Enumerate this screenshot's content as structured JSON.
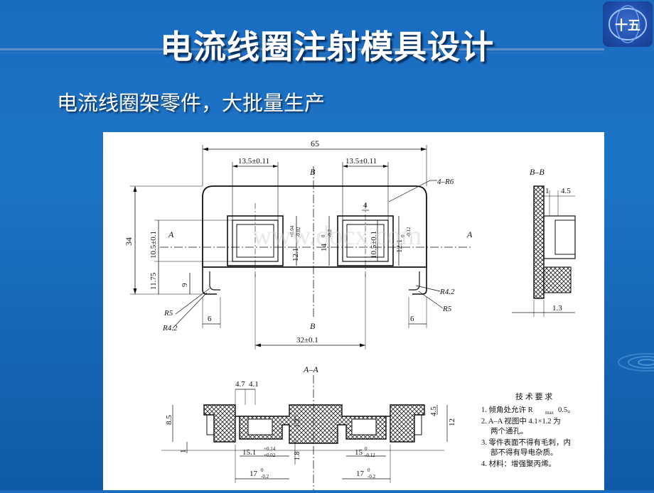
{
  "slide": {
    "title": "电流线圈注射模具设计",
    "subtitle": "电流线圈架零件，大批量生产",
    "watermark": "www.docx.com"
  },
  "colors": {
    "background": "#1a6cc0",
    "title_text": "#ffffff",
    "drawing_bg": "#ffffff",
    "line": "#111111"
  },
  "logo": {
    "icon": "school-logo-icon",
    "text": "十五"
  },
  "drawing": {
    "dims": {
      "overall_width": "65",
      "window_width_left": "13.5±0.11",
      "window_width_right": "13.5±0.11",
      "corner_radius": "4–R6",
      "center_offset": "4",
      "height": "34",
      "window_h_left": "10.5±0.1",
      "window_h_left_outer": "12.1",
      "window_h_center": "14",
      "window_h_right": "10.5±0.1",
      "window_h_right_outer": "12.1",
      "tol_a_up": "+0.04",
      "tol_a_down": "-0.02",
      "tol_b_up": "0",
      "tol_b_down": "-0.2",
      "tol_c_up": "0",
      "tol_c_down": "-0.12",
      "height_lower": "11.75",
      "slot_height": "9",
      "r5_left": "R5",
      "r42_left": "R4.2",
      "r42_right": "R4.2",
      "r5_right": "R5",
      "slot_w_left": "6",
      "slot_w_right": "6",
      "pitch": "32±0.1"
    },
    "section_labels": {
      "a": "A",
      "b": "B",
      "bb": "B–B",
      "aa": "A–A"
    },
    "bb_dims": {
      "d1": "1",
      "d2": "4.5",
      "d3": "1.3"
    },
    "aa_dims": {
      "d47": "4.7",
      "d41": "4.1",
      "d85": "8.5",
      "d1": "1",
      "d12": "1.2",
      "d18": "1.8",
      "d15_1": "15.1",
      "tol151_up": "+0.14",
      "tol151_down": "+0.02",
      "d15": "15",
      "tol15_up": "0",
      "tol15_down": "-0.12",
      "d17a": "17",
      "d17b": "17",
      "tol17_up": "0",
      "tol17_down": "-0.2",
      "d45": "4.5",
      "d12b": "12"
    },
    "notes": {
      "heading": "技 术 要 求",
      "n1": "1. 倾角处允许 R",
      "n1_sub": "max",
      "n1_tail": "0.5。",
      "n2a": "2. A–A 视图中 4.1×1.2 为",
      "n2b": "两个通孔。",
      "n3a": "3. 零件表面不得有毛刺，内",
      "n3b": "部不得有导电杂质。",
      "n4": "4. 材料：增强聚丙烯。"
    }
  }
}
